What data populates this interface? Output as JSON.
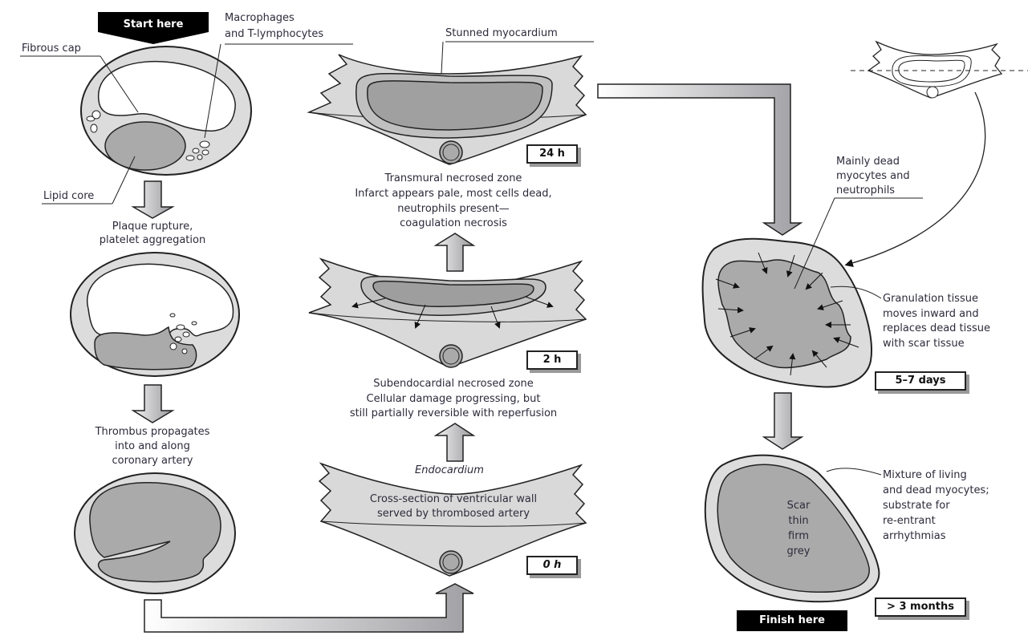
{
  "title": "Progression of myocardial infarction",
  "start_label": "Start here",
  "finish_label": "Finish here",
  "artery": {
    "fibrous_cap": "Fibrous cap",
    "macrophages": [
      "Macrophages",
      "and T-lymphocytes"
    ],
    "lipid_core": "Lipid core",
    "step1": [
      "Plaque rupture,",
      "platelet aggregation"
    ],
    "step2": [
      "Thrombus propagates",
      "into and along",
      "coronary artery"
    ]
  },
  "wall": {
    "zero": {
      "endocardium": "Endocardium",
      "caption": [
        "Cross-section of ventricular wall",
        "served by thrombosed artery"
      ],
      "time": "0 h"
    },
    "two": {
      "time": "2 h",
      "caption": [
        "Subendocardial necrosed zone",
        "Cellular damage progressing, but",
        "still partially reversible with reperfusion"
      ]
    },
    "twentyfour": {
      "stunned": "Stunned myocardium",
      "time": "24 h",
      "caption": [
        "Transmural necrosed zone",
        "Infarct appears pale, most cells dead,",
        "neutrophils present—",
        "coagulation necrosis"
      ]
    }
  },
  "healing": {
    "dead_label": [
      "Mainly dead",
      "myocytes and",
      "neutrophils"
    ],
    "granulation": [
      "Granulation tissue",
      "moves inward and",
      "replaces dead tissue",
      "with scar tissue"
    ],
    "time_days": "5–7 days",
    "scar": [
      "Scar",
      "thin",
      "firm",
      "grey"
    ],
    "mixture": [
      "Mixture of living",
      "and dead myocytes;",
      "substrate for",
      "re-entrant",
      "arrhythmias"
    ],
    "time_months": "> 3 months"
  },
  "colors": {
    "tissue": "#d9d9d9",
    "necrosis": "#a9a9a9",
    "stroke": "#222222",
    "text": "#2e2a3a"
  }
}
